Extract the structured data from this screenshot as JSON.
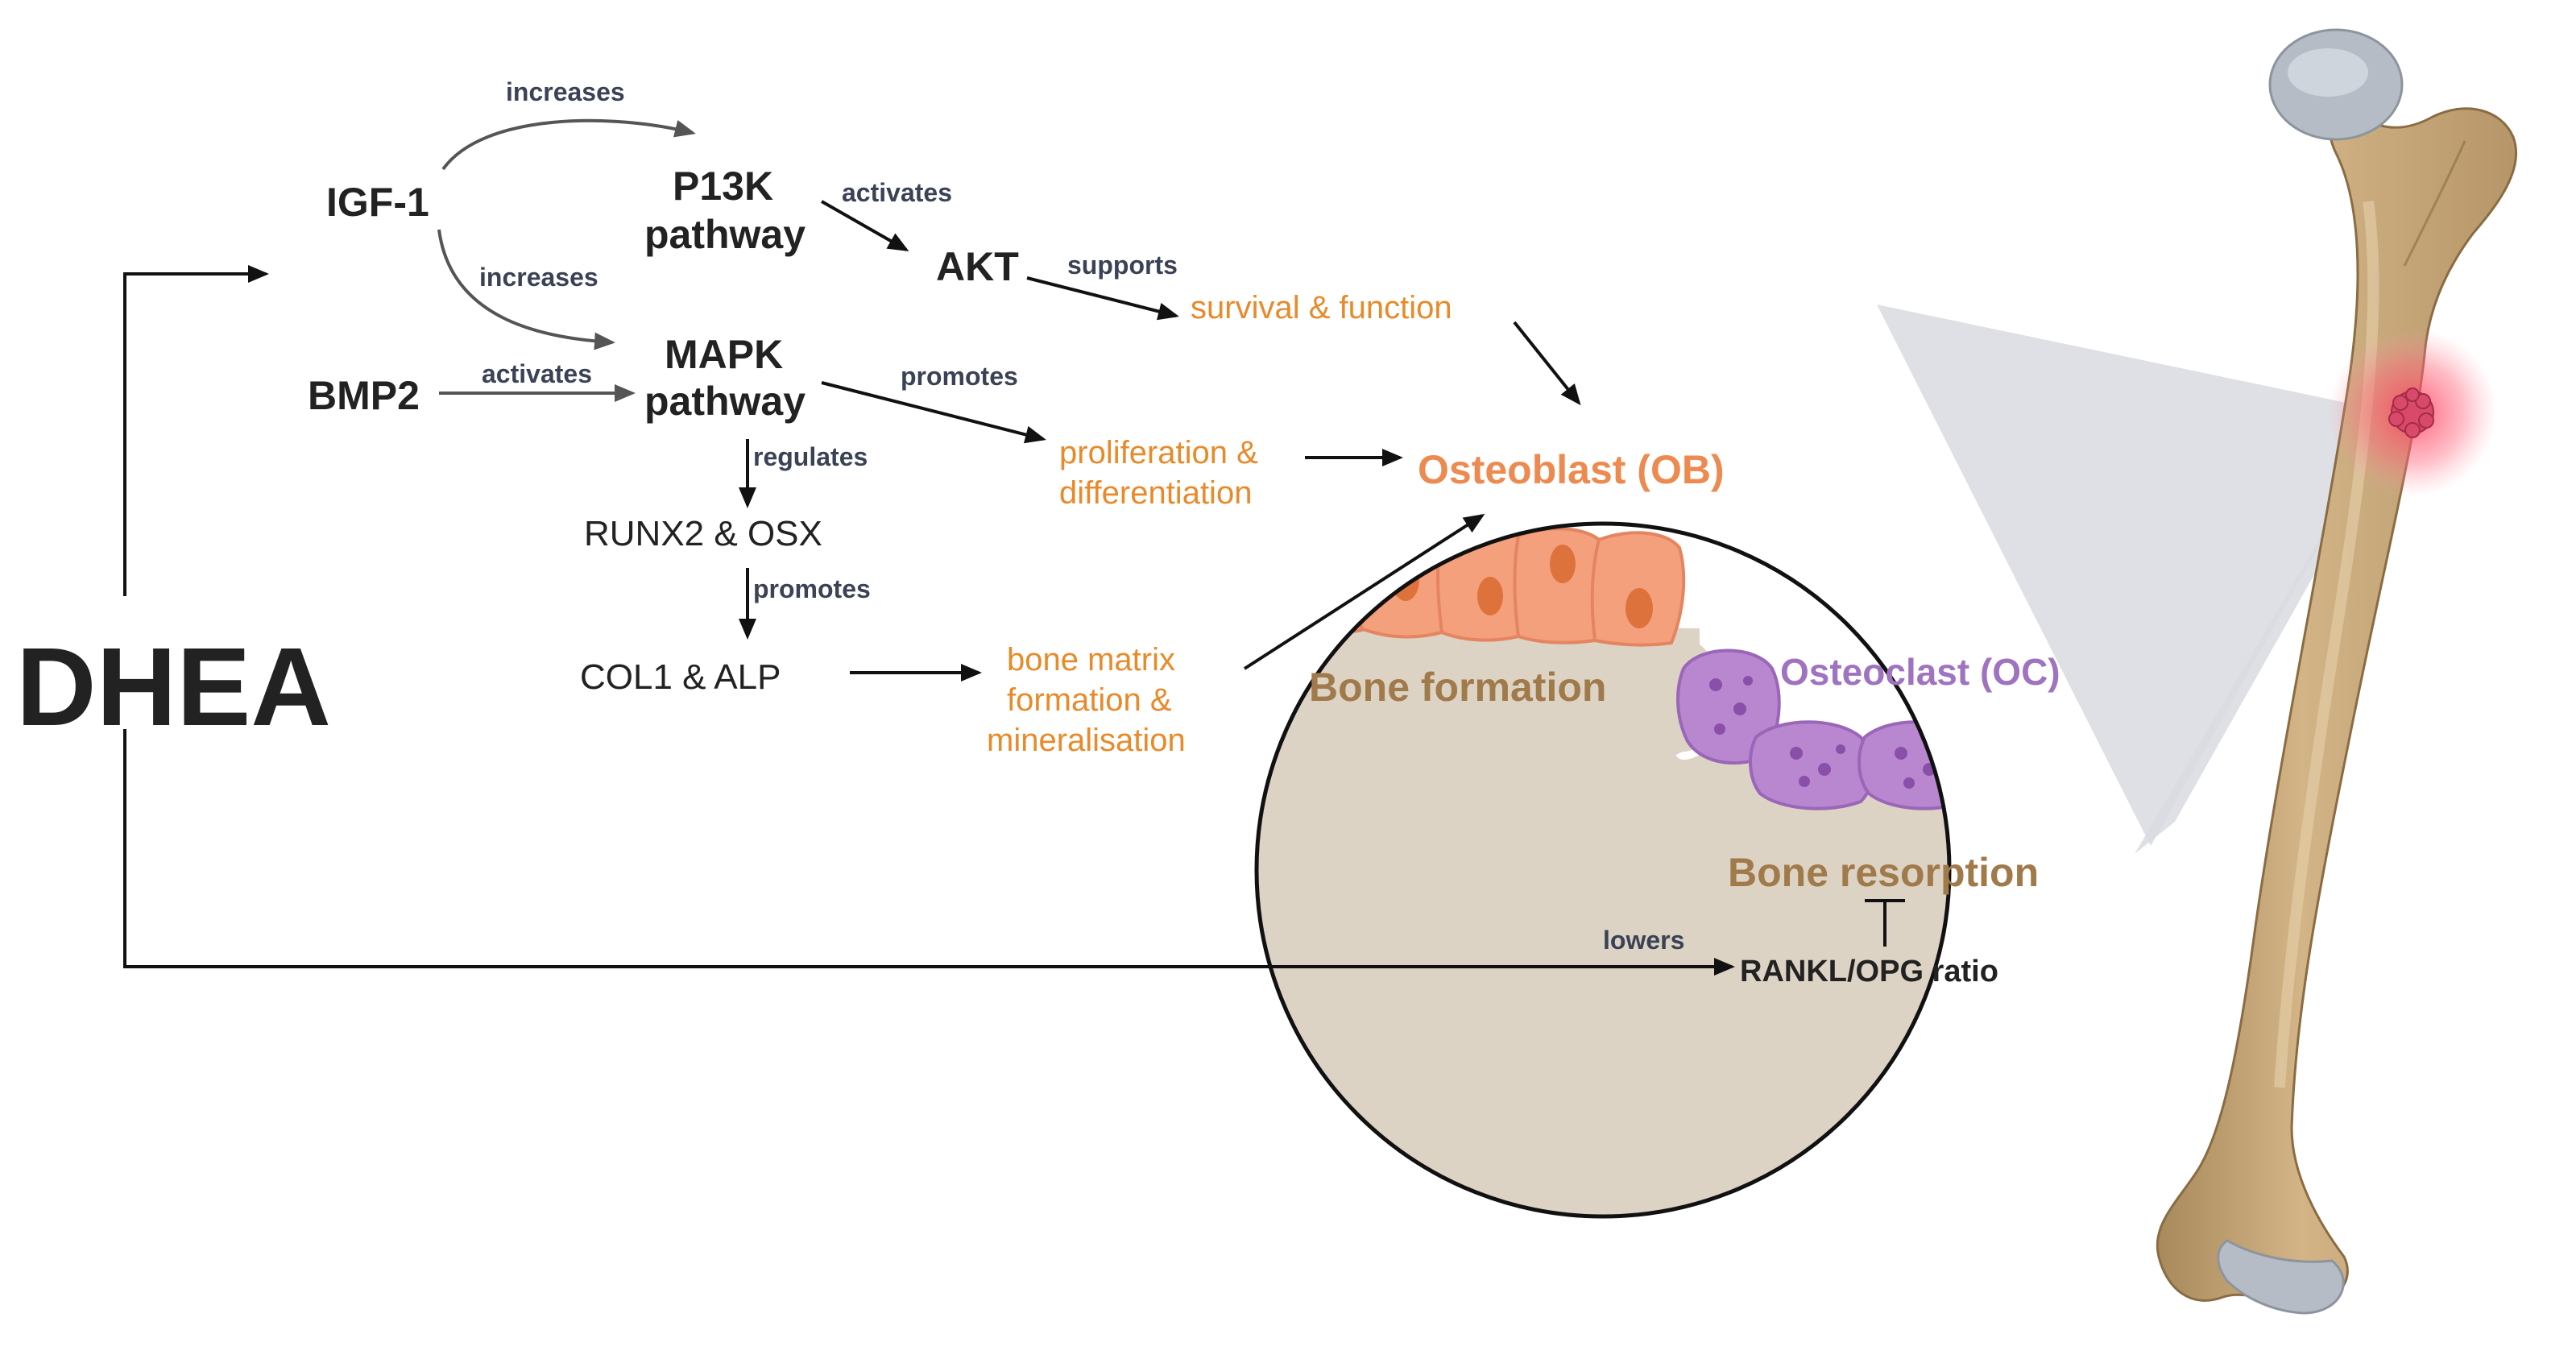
{
  "nodes": {
    "dhea": "DHEA",
    "igf1": "IGF-1",
    "bmp2": "BMP2",
    "p13k_line1": "P13K",
    "p13k_line2": "pathway",
    "mapk_line1": "MAPK",
    "mapk_line2": "pathway",
    "akt": "AKT",
    "runx2": "RUNX2 & OSX",
    "col1": "COL1 & ALP",
    "survival": "survival & function",
    "prolif_line1": "proliferation &",
    "prolif_line2": "differentiation",
    "matrix_line1": "bone matrix",
    "matrix_line2": "formation &",
    "matrix_line3": "mineralisation",
    "osteoblast": "Osteoblast (OB)",
    "osteoclast": "Osteoclast (OC)",
    "bone_formation": "Bone formation",
    "bone_resorption": "Bone resorption",
    "rankl": "RANKL/OPG ratio"
  },
  "edges": {
    "igf1_p13k": "increases",
    "igf1_mapk": "increases",
    "bmp2_mapk": "activates",
    "p13k_akt": "activates",
    "akt_survival": "supports",
    "mapk_prolif": "promotes",
    "mapk_runx2": "regulates",
    "runx2_col1": "promotes",
    "dhea_rankl": "lowers"
  },
  "colors": {
    "text_dark": "#222222",
    "verb": "#3a4255",
    "orange": "#e88a2a",
    "bone_label": "#a07a4a",
    "osteoclast": "#a073c0",
    "osteoblast": "#ec8a50",
    "bone_tissue": "#dcd3c5",
    "femur": "#c9aa7e",
    "femur_head": "#b5bcc6",
    "zoom_cone": "#d9dbe0"
  }
}
